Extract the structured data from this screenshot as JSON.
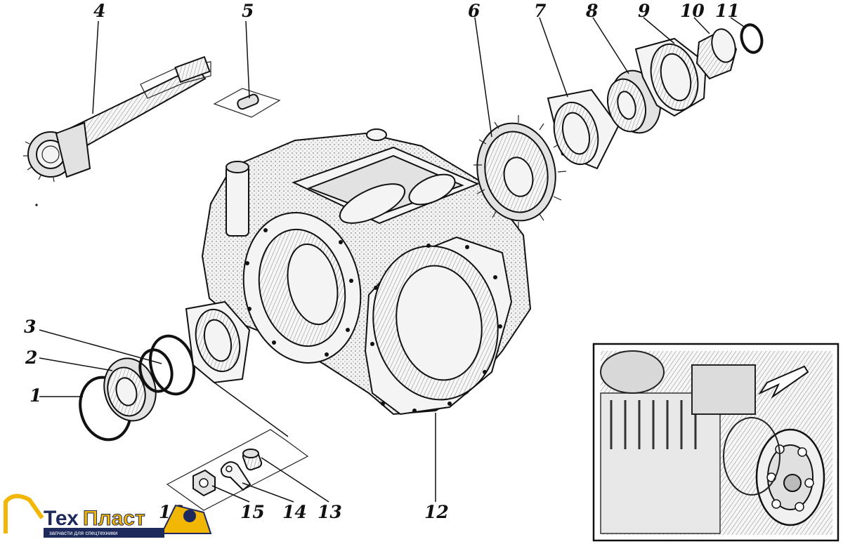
{
  "callouts": [
    "1",
    "2",
    "3",
    "4",
    "5",
    "6",
    "7",
    "8",
    "9",
    "10",
    "11",
    "12",
    "13",
    "14",
    "15",
    "16"
  ],
  "inset": {
    "description_icon": "transmission-assembly-photo-icon",
    "arrow_icon": "pointer-arrow-icon"
  },
  "logo": {
    "word_part1": "Тех",
    "word_part2": "Пласт",
    "subtitle": "запчасти для спецтехники",
    "color_dark": "#1f2a5c",
    "color_accent": "#f2b705"
  }
}
